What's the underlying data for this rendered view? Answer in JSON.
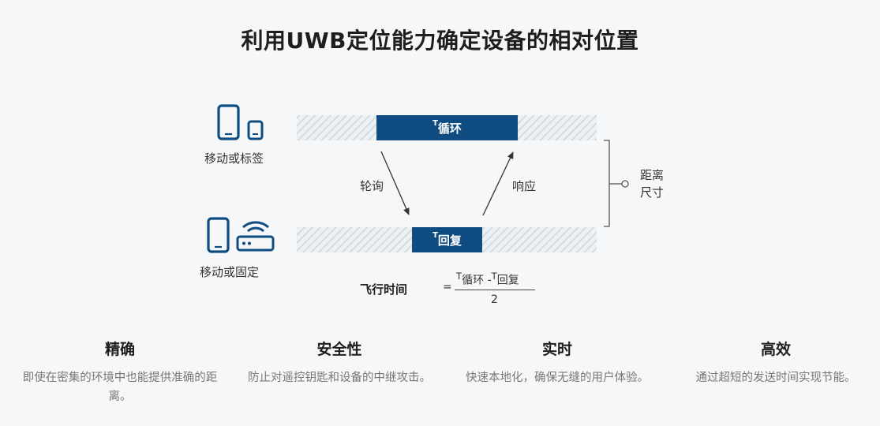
{
  "title": "利用UWB定位能力确定设备的相对位置",
  "diagram": {
    "top_device_label": "移动或标签",
    "bottom_device_label": "移动或固定",
    "top_bar": {
      "sub": "T",
      "label": "循环"
    },
    "bottom_bar": {
      "sub": "T",
      "label": "回复"
    },
    "poll_label": "轮询",
    "response_label": "响应",
    "distance_label_line1": "距离",
    "distance_label_line2": "尺寸",
    "tof_label": "飞行时间",
    "equals": "=",
    "formula": {
      "t1": "T",
      "l1": "循环",
      "minus": " -",
      "t2": "T",
      "l2": "回复",
      "denominator": "2"
    },
    "colors": {
      "bar": "#0f4c81",
      "icon": "#0f4c81",
      "hatch": "#d3d9de"
    }
  },
  "features": [
    {
      "title": "精确",
      "desc": "即使在密集的环境中也能提供准确的距离。"
    },
    {
      "title": "安全性",
      "desc": "防止对遥控钥匙和设备的中继攻击。"
    },
    {
      "title": "实时",
      "desc": "快速本地化，确保无缝的用户体验。"
    },
    {
      "title": "高效",
      "desc": "通过超短的发送时间实现节能。"
    }
  ]
}
